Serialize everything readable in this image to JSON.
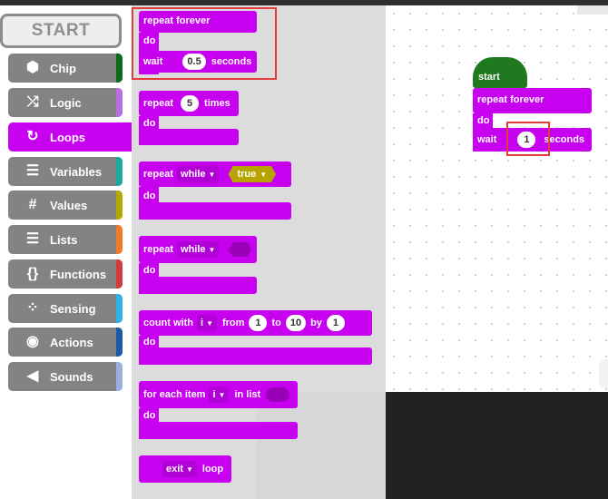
{
  "sidebar": {
    "start_label": "START",
    "categories": [
      {
        "label": "Chip",
        "icon": "hexagon-icon",
        "glyph": "⬢",
        "color": "#0b6b1b"
      },
      {
        "label": "Logic",
        "icon": "shuffle-icon",
        "glyph": "⤮",
        "color": "#b86de0"
      },
      {
        "label": "Loops",
        "icon": "loop-icon",
        "glyph": "↻",
        "color": "#c800f0"
      },
      {
        "label": "Variables",
        "icon": "variable-box-icon",
        "glyph": "☰",
        "color": "#1aa8a0"
      },
      {
        "label": "Values",
        "icon": "hash-icon",
        "glyph": "#",
        "color": "#b3a800"
      },
      {
        "label": "Lists",
        "icon": "list-icon",
        "glyph": "☰",
        "color": "#f07b2b"
      },
      {
        "label": "Functions",
        "icon": "braces-icon",
        "glyph": "{}",
        "color": "#d13b3b"
      },
      {
        "label": "Sensing",
        "icon": "sensor-dots-icon",
        "glyph": "⁘",
        "color": "#2eb0e8"
      },
      {
        "label": "Actions",
        "icon": "target-icon",
        "glyph": "◉",
        "color": "#1b5aa8"
      },
      {
        "label": "Sounds",
        "icon": "speaker-icon",
        "glyph": "◀",
        "color": "#9bb0e0"
      }
    ],
    "active": "Loops"
  },
  "flyout": {
    "repeat_forever": {
      "label": "repeat forever",
      "do": "do",
      "wait": "wait",
      "value": "0.5",
      "unit": "seconds"
    },
    "repeat_times": {
      "label": "repeat",
      "value": "5",
      "unit": "times",
      "do": "do"
    },
    "repeat_while_true": {
      "label": "repeat",
      "mode": "while",
      "cond": "true",
      "do": "do"
    },
    "repeat_while": {
      "label": "repeat",
      "mode": "while",
      "do": "do"
    },
    "count_with": {
      "label": "count with",
      "var": "i",
      "from": "from",
      "from_val": "1",
      "to": "to",
      "to_val": "10",
      "by": "by",
      "by_val": "1",
      "do": "do"
    },
    "for_each": {
      "label": "for each item",
      "var": "i",
      "in_list": "in list",
      "do": "do"
    },
    "exit_loop": {
      "mode": "exit",
      "label": "loop"
    }
  },
  "workspace": {
    "start_label": "start",
    "repeat_forever": "repeat forever",
    "do": "do",
    "wait": "wait",
    "wait_value": "1",
    "unit": "seconds"
  }
}
